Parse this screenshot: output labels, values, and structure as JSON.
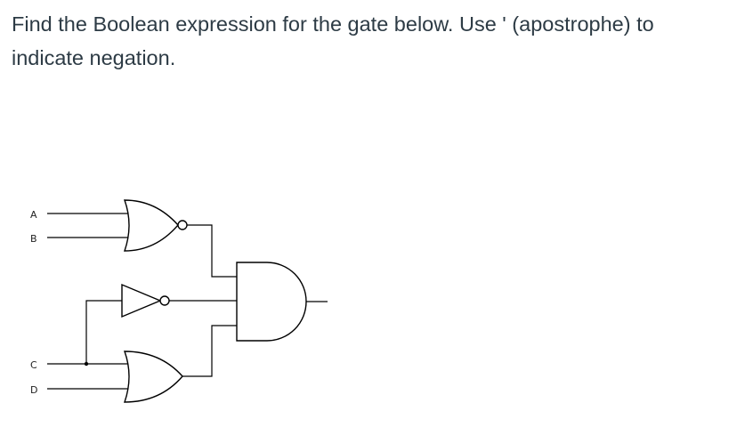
{
  "question": {
    "line1": "Find the Boolean expression for the gate below.  Use ' (apostrophe) to",
    "line2": "indicate negation."
  },
  "diagram": {
    "inputs": [
      "A",
      "B",
      "C",
      "D"
    ],
    "gates": [
      {
        "id": "g1",
        "type": "NOR",
        "inputs": [
          "A",
          "B"
        ]
      },
      {
        "id": "g2",
        "type": "NOT",
        "inputs": [
          "C"
        ]
      },
      {
        "id": "g3",
        "type": "OR",
        "inputs": [
          "C",
          "D"
        ]
      },
      {
        "id": "g4",
        "type": "AND",
        "inputs": [
          "g1",
          "g2",
          "g3"
        ]
      }
    ],
    "colors": {
      "text": "#2d3b45",
      "lines": "#000000",
      "background": "#ffffff"
    }
  }
}
